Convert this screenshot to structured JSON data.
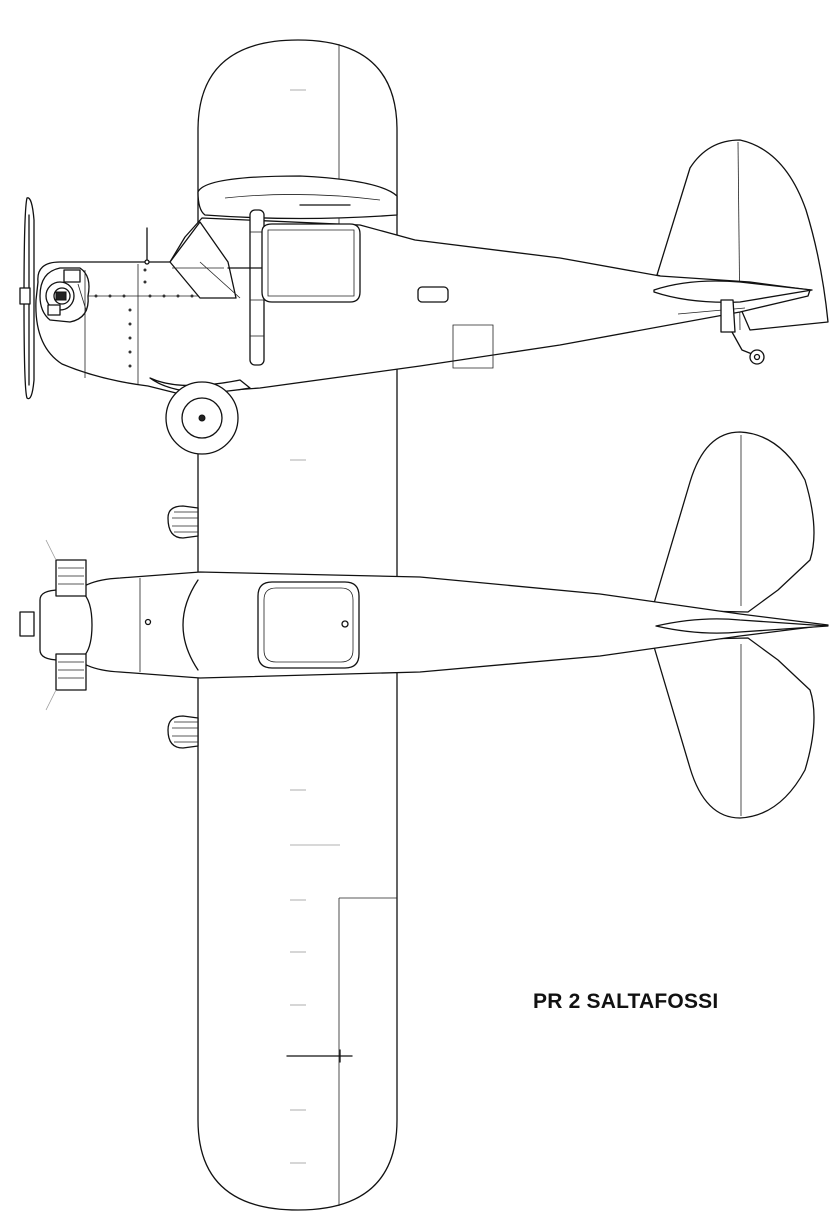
{
  "drawing": {
    "caption": "PR 2 SALTAFOSSI",
    "views": [
      "side-view",
      "plan-view"
    ],
    "line_color": "#111111",
    "background_color": "#ffffff"
  }
}
